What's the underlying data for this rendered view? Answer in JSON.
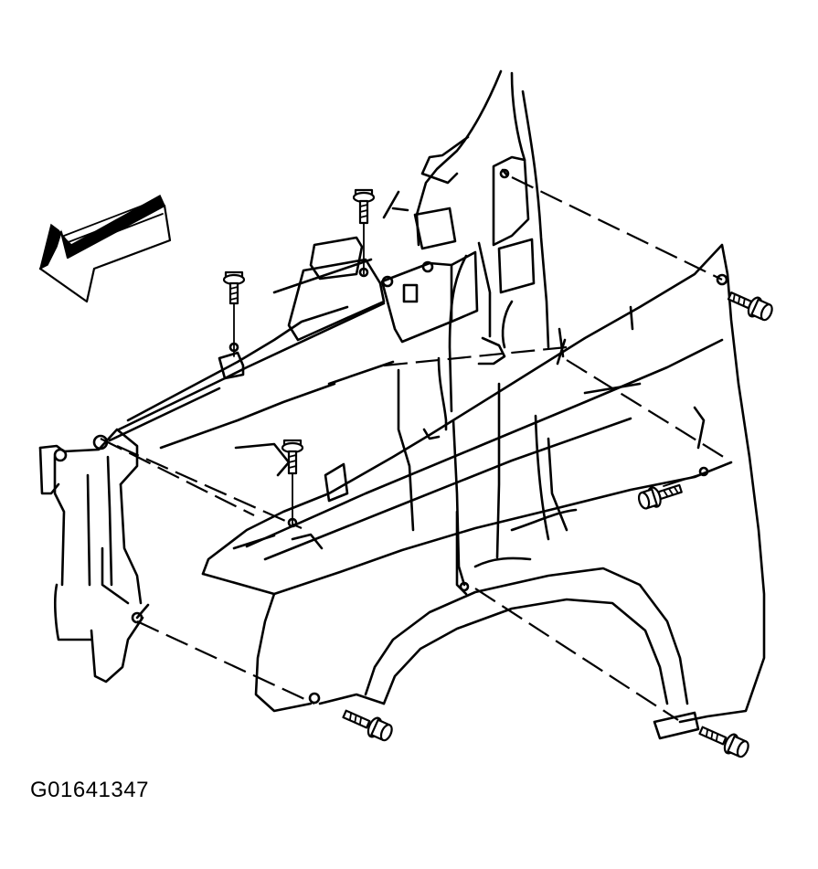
{
  "figure": {
    "code": "G01641347"
  },
  "parts": {
    "front_arrow": "direction-arrow-icon",
    "fastener": "bolt-icon",
    "fender": "fender-panel",
    "support": "radiator-support",
    "pillar": "hinge-pillar"
  },
  "colors": {
    "line": "#000000",
    "background": "#ffffff"
  }
}
